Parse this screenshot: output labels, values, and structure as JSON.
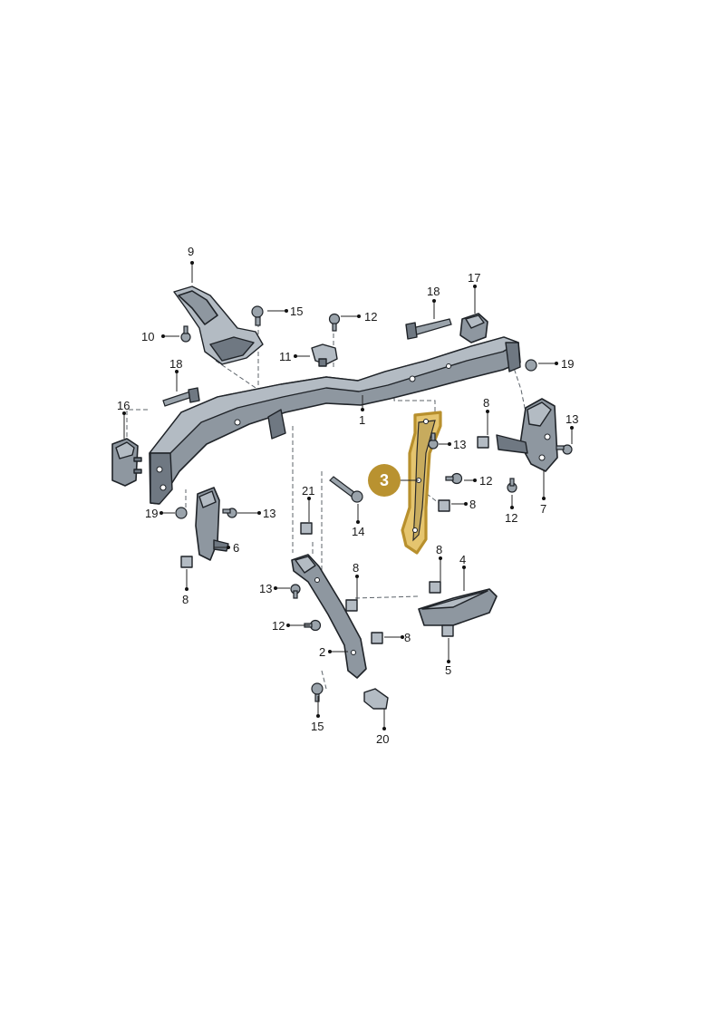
{
  "callouts": {
    "c1": "1",
    "c2": "2",
    "c4": "4",
    "c5": "5",
    "c6": "6",
    "c7": "7",
    "c8a": "8",
    "c8b": "8",
    "c8c": "8",
    "c8d": "8",
    "c8e": "8",
    "c8f": "8",
    "c9": "9",
    "c10": "10",
    "c11": "11",
    "c12a": "12",
    "c12b": "12",
    "c12c": "12",
    "c12d": "12",
    "c13a": "13",
    "c13b": "13",
    "c13c": "13",
    "c13d": "13",
    "c14": "14",
    "c15a": "15",
    "c15b": "15",
    "c16": "16",
    "c17": "17",
    "c18a": "18",
    "c18b": "18",
    "c19a": "19",
    "c19b": "19",
    "c20": "20",
    "c21": "21"
  },
  "highlight": {
    "label": "3",
    "color": "#e5c56f",
    "badge_color": "#b99230"
  }
}
